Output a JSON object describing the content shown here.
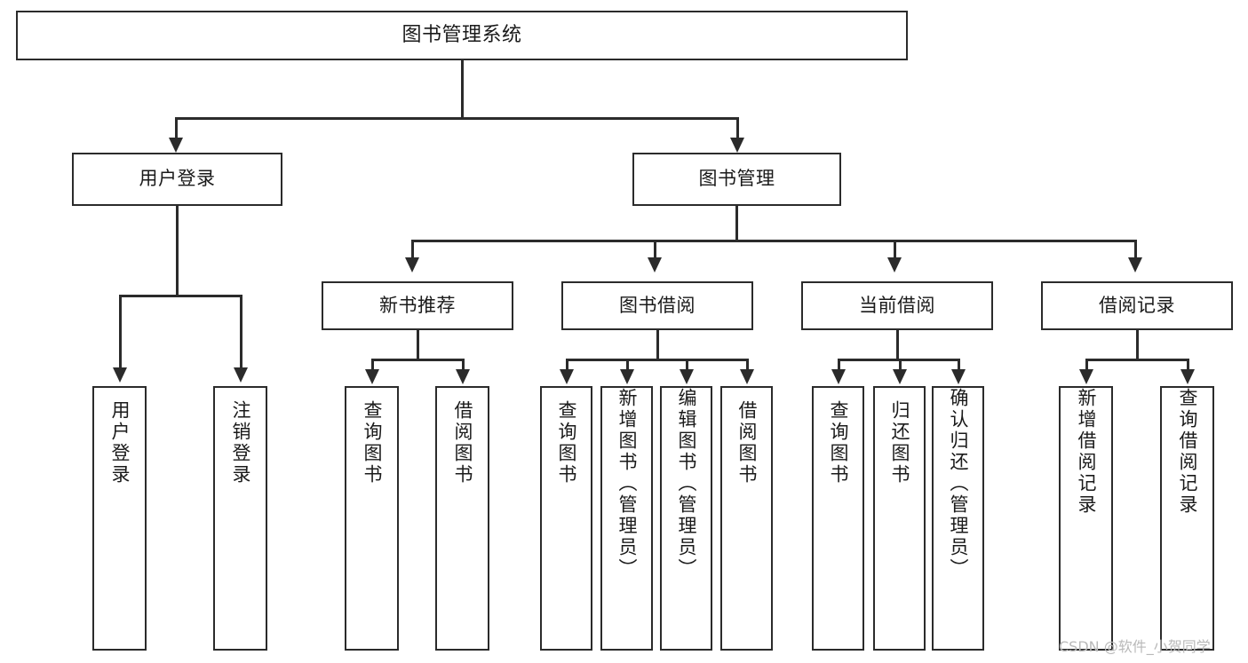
{
  "diagram": {
    "title": "图书管理系统",
    "type": "tree-hierarchy-diagram",
    "colors": {
      "stroke": "#2b2b2b",
      "background": "#ffffff",
      "text": "#1a1a1a",
      "watermark": "#b9b9b9"
    },
    "root": {
      "label": "图书管理系统"
    },
    "level1": [
      {
        "label": "用户登录"
      },
      {
        "label": "图书管理"
      }
    ],
    "level2": [
      {
        "label": "新书推荐"
      },
      {
        "label": "图书借阅"
      },
      {
        "label": "当前借阅"
      },
      {
        "label": "借阅记录"
      }
    ],
    "leaves": {
      "user_login": [
        {
          "label": "用户登录"
        },
        {
          "label": "注销登录"
        }
      ],
      "new_book_recommend": [
        {
          "label": "查询图书"
        },
        {
          "label": "借阅图书"
        }
      ],
      "book_borrow": [
        {
          "label": "查询图书"
        },
        {
          "label": "新增图书（管理员）"
        },
        {
          "label": "编辑图书（管理员）"
        },
        {
          "label": "借阅图书"
        }
      ],
      "current_borrow": [
        {
          "label": "查询图书"
        },
        {
          "label": "归还图书"
        },
        {
          "label": "确认归还（管理员）"
        }
      ],
      "borrow_record": [
        {
          "label": "新增借阅记录"
        },
        {
          "label": "查询借阅记录"
        }
      ]
    },
    "watermark": "CSDN @软件_小贺同学"
  }
}
